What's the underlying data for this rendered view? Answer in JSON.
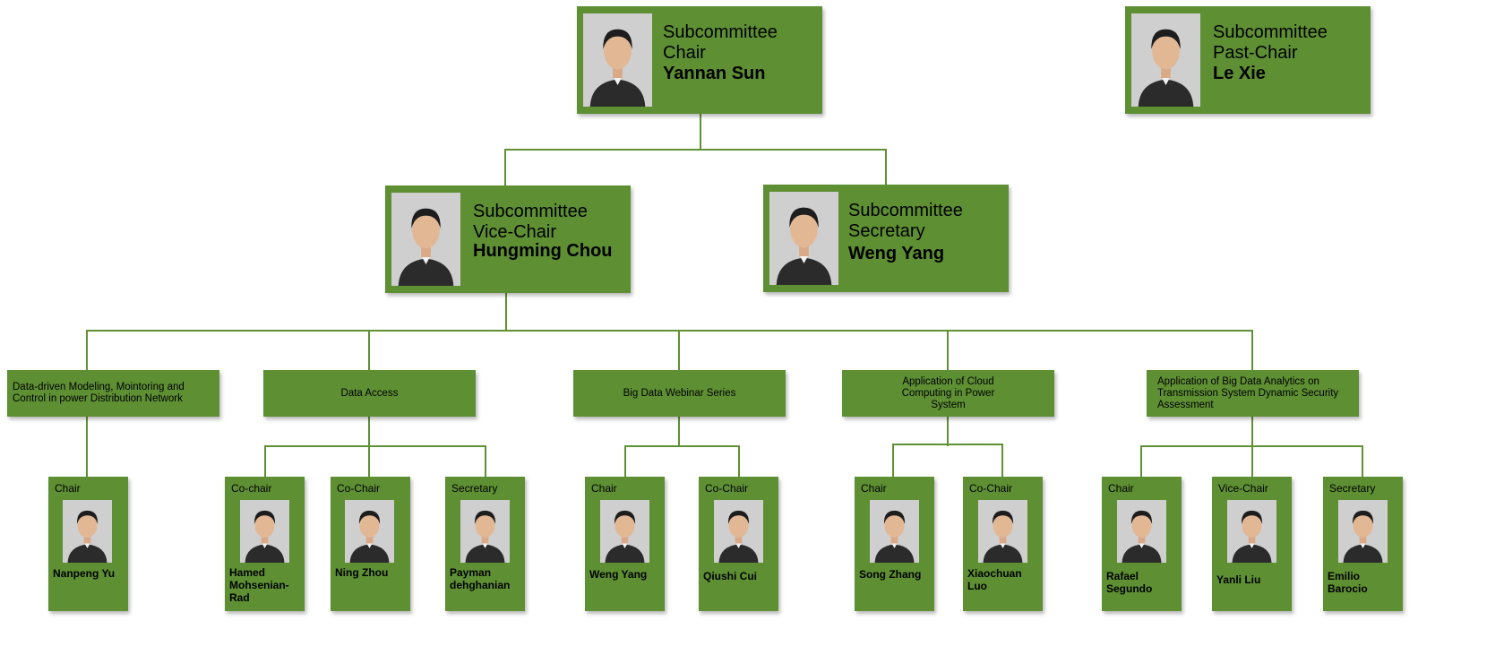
{
  "chair": {
    "role": "Subcommittee\nChair",
    "name": "Yannan Sun"
  },
  "past_chair": {
    "role": "Subcommittee\nPast-Chair",
    "name": "Le Xie"
  },
  "vice_chair": {
    "role": "Subcommittee\nVice-Chair",
    "name": "Hungming Chou"
  },
  "secretary": {
    "role": "Subcommittee\nSecretary",
    "name": "Weng Yang"
  },
  "task_groups": [
    {
      "title": "Data-driven Modeling, Mointoring and Control in power Distribution Network",
      "members": [
        {
          "role": "Chair",
          "name": "Nanpeng Yu"
        }
      ]
    },
    {
      "title": "Data Access",
      "members": [
        {
          "role": "Co-chair",
          "name": "Hamed Mohsenian-Rad"
        },
        {
          "role": "Co-Chair",
          "name": "Ning Zhou"
        },
        {
          "role": "Secretary",
          "name": "Payman dehghanian"
        }
      ]
    },
    {
      "title": "Big Data Webinar Series",
      "members": [
        {
          "role": "Chair",
          "name": "Weng Yang"
        },
        {
          "role": "Co-Chair",
          "name": "Qiushi Cui"
        }
      ]
    },
    {
      "title": "Application of Cloud Computing in Power System",
      "members": [
        {
          "role": "Chair",
          "name": "Song Zhang"
        },
        {
          "role": "Co-Chair",
          "name": "Xiaochuan Luo"
        }
      ]
    },
    {
      "title": "Application  of Big Data Analytics on Transmission System Dynamic Security Assessment",
      "members": [
        {
          "role": "Chair",
          "name": "Rafael Segundo"
        },
        {
          "role": "Vice-Chair",
          "name": "Yanli Liu"
        },
        {
          "role": "Secretary",
          "name": "Emilio Barocio"
        }
      ]
    }
  ],
  "colors": {
    "box": "#5e8f33",
    "connector": "#5e9135",
    "background": "#ffffff"
  },
  "icons": {
    "portrait": "person-photo-icon"
  }
}
